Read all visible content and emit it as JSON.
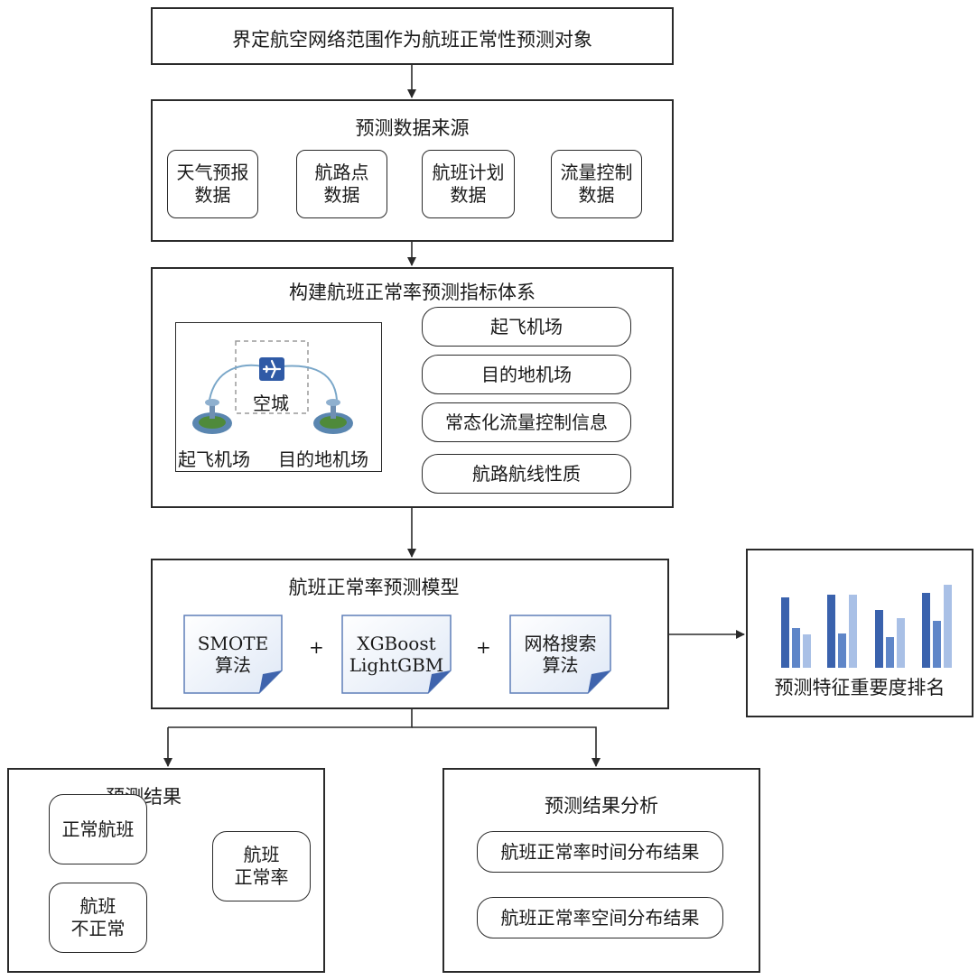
{
  "top": {
    "title": "界定航空网络范围作为航班正常性预测对象"
  },
  "sources": {
    "title": "预测数据来源",
    "items": [
      {
        "line1": "天气预报",
        "line2": "数据"
      },
      {
        "line1": "航路点",
        "line2": "数据"
      },
      {
        "line1": "航班计划",
        "line2": "数据"
      },
      {
        "line1": "流量控制",
        "line2": "数据"
      }
    ]
  },
  "indicators": {
    "title": "构建航班正常率预测指标体系",
    "illustration": {
      "center": "空城",
      "left": "起飞机场",
      "right": "目的地机场"
    },
    "items": [
      "起飞机场",
      "目的地机场",
      "常态化流量控制信息",
      "航路航线性质"
    ]
  },
  "model": {
    "title": "航班正常率预测模型",
    "plus": "+",
    "algos": [
      {
        "line1": "SMOTE",
        "line2": "算法"
      },
      {
        "line1": "XGBoost",
        "line2": "LightGBM"
      },
      {
        "line1": "网格搜索",
        "line2": "算法"
      }
    ]
  },
  "importance": {
    "label": "预测特征重要度排名",
    "colors": {
      "dark": "#3a62ad",
      "mid": "#5f86c8",
      "light": "#a9c0e6"
    },
    "chart_data": {
      "type": "bar",
      "series": [
        {
          "values": [
            78,
            44,
            37
          ]
        },
        {
          "values": [
            81,
            38,
            81
          ]
        },
        {
          "values": [
            64,
            34,
            55
          ]
        },
        {
          "values": [
            83,
            52,
            92
          ]
        }
      ]
    }
  },
  "results": {
    "title": "预测结果",
    "normal": "正常航班",
    "abnormal": {
      "line1": "航班",
      "line2": "不正常"
    },
    "rate": {
      "line1": "航班",
      "line2": "正常率"
    }
  },
  "analysis": {
    "title": "预测结果分析",
    "items": [
      "航班正常率时间分布结果",
      "航班正常率空间分布结果"
    ]
  }
}
